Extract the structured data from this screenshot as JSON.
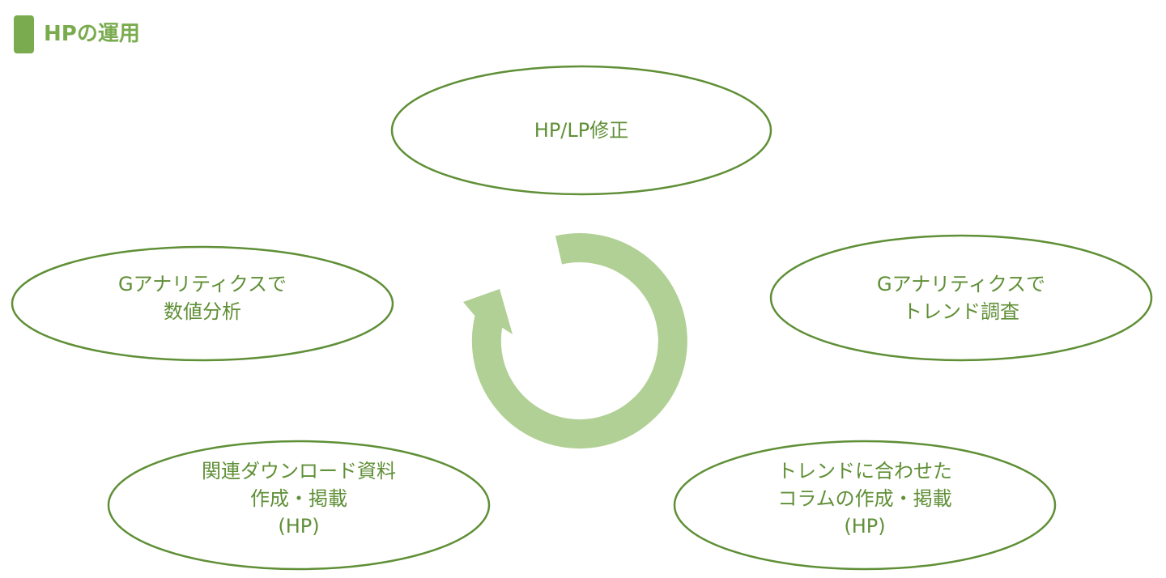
{
  "header": {
    "title": "HPの運用"
  },
  "nodes": [
    {
      "lines": [
        "HP/LP修正"
      ]
    },
    {
      "lines": [
        "Gアナリティクスで",
        "トレンド調査"
      ]
    },
    {
      "lines": [
        "トレンドに合わせた",
        "コラムの作成・掲載",
        "(HP)"
      ]
    },
    {
      "lines": [
        "関連ダウンロード資料",
        "作成・掲載",
        "(HP)"
      ]
    },
    {
      "lines": [
        "Gアナリティクスで",
        "数値分析"
      ]
    }
  ],
  "colors": {
    "accent": "#7aab4f",
    "outline": "#5f8f36",
    "cycle_arrow": "#b1d095"
  }
}
